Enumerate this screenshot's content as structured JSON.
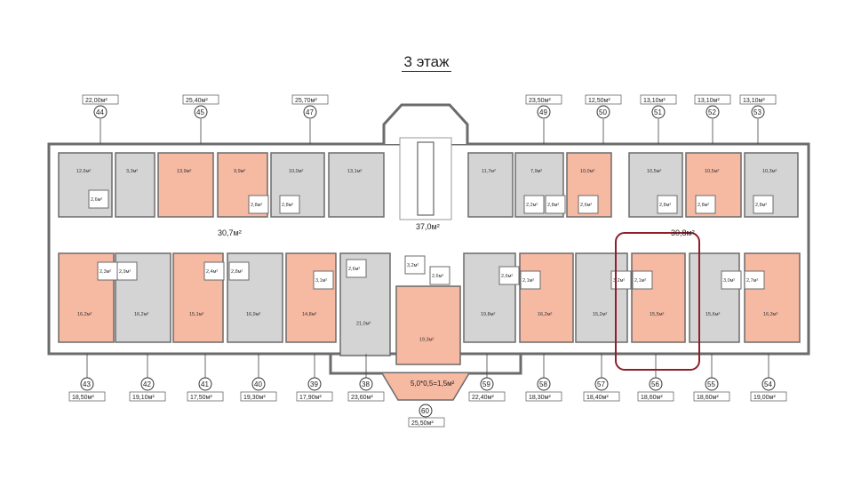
{
  "title": "3 этаж",
  "corridor_left": "30,7м²",
  "corridor_right": "30,8м²",
  "stair_hall": "37,0м²",
  "colors": {
    "sold": "#f6b9a2",
    "free": "#d4d4d4",
    "wall": "#6b6b6b",
    "highlight": "#8f1f2b"
  },
  "top_units": [
    {
      "num": "44",
      "area": "22,00м²"
    },
    {
      "num": "45",
      "area": "25,40м²"
    },
    {
      "num": "47",
      "area": "25,70м²"
    },
    {
      "num": "49",
      "area": "23,50м²"
    },
    {
      "num": "50",
      "area": "12,50м²"
    },
    {
      "num": "51",
      "area": "13,10м²"
    },
    {
      "num": "52",
      "area": "13,10м²"
    },
    {
      "num": "53",
      "area": "13,10м²"
    }
  ],
  "bottom_units": [
    {
      "num": "43",
      "area": "18,50м²"
    },
    {
      "num": "42",
      "area": "19,10м²"
    },
    {
      "num": "41",
      "area": "17,50м²"
    },
    {
      "num": "40",
      "area": "19,30м²"
    },
    {
      "num": "39",
      "area": "17,90м²"
    },
    {
      "num": "38",
      "area": "23,60м²"
    },
    {
      "num": "59",
      "area": "22,40м²"
    },
    {
      "num": "58",
      "area": "18,30м²"
    },
    {
      "num": "57",
      "area": "18,40м²"
    },
    {
      "num": "56",
      "area": "18,60м²"
    },
    {
      "num": "55",
      "area": "18,60м²"
    },
    {
      "num": "54",
      "area": "19,00м²"
    }
  ],
  "center_unit": {
    "num": "60",
    "area": "25,50м²",
    "balcony": "5,0*0,5=1,5м²"
  },
  "top_rooms": [
    "12,6м²",
    "3,3м²",
    "13,9м²",
    "9,9м²",
    "10,0м²",
    "13,1м²",
    "11,7м²",
    "7,9м²",
    "10,0м²",
    "10,5м²",
    "10,5м²",
    "10,3м²"
  ],
  "top_baths": [
    "2,6м²",
    "2,8м²",
    "2,8м²",
    "2,2м²",
    "2,8м²",
    "2,6м²",
    "2,8м²",
    "2,8м²",
    "2,8м²"
  ],
  "bottom_rooms": [
    "16,2м²",
    "16,2м²",
    "15,1м²",
    "16,9м²",
    "14,8м²",
    "21,0м²",
    "19,3м²",
    "19,8м²",
    "16,2м²",
    "15,2м²",
    "15,5м²",
    "15,6м²",
    "16,3м²"
  ],
  "bottom_baths": [
    "2,3м²",
    "2,9м²",
    "2,4м²",
    "2,8м²",
    "3,1м²",
    "2,6м²",
    "3,2м²",
    "2,6м²",
    "2,6м²",
    "2,1м²",
    "3,2м²",
    "2,1м²",
    "3,0м²",
    "2,7м²"
  ]
}
